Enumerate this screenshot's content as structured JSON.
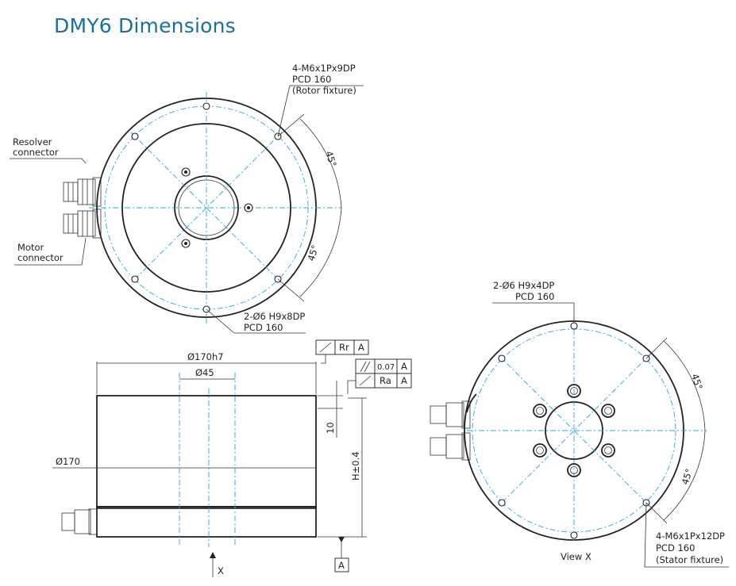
{
  "title": "DMY6 Dimensions",
  "labels": {
    "rotor_thread": "4-M6x1Px9DP",
    "rotor_pcd": "PCD 160",
    "rotor_fixture": "(Rotor fixture)",
    "resolver_1": "Resolver",
    "resolver_2": "connector",
    "motor_1": "Motor",
    "motor_2": "connector",
    "angle_top": "45°",
    "angle_bottom": "45°",
    "pin_top": "2-Ø6 H9x8DP",
    "pin_top_pcd": "PCD 160",
    "dia_170h7": "Ø170h7",
    "dia_45": "Ø45",
    "dia_170": "Ø170",
    "dim_10": "10",
    "dim_h": "H±0.4",
    "tol_rr": "Rr",
    "tol_a1": "A",
    "tol_007": "0.07",
    "tol_a2": "A",
    "tol_ra": "Ra",
    "tol_a3": "A",
    "datum_a": "A",
    "view_arrow": "X",
    "pin_bottom": "2-Ø6 H9x4DP",
    "pin_bottom_pcd": "PCD 160",
    "angle_r1": "45°",
    "angle_r2": "45°",
    "view_x": "View X",
    "stator_thread": "4-M6x1Px12DP",
    "stator_pcd": "PCD 160",
    "stator_fixture": "(Stator fixture)"
  },
  "colors": {
    "title": "#1a6f9e",
    "centerline": "#2aa7d8",
    "outline": "#222222"
  }
}
